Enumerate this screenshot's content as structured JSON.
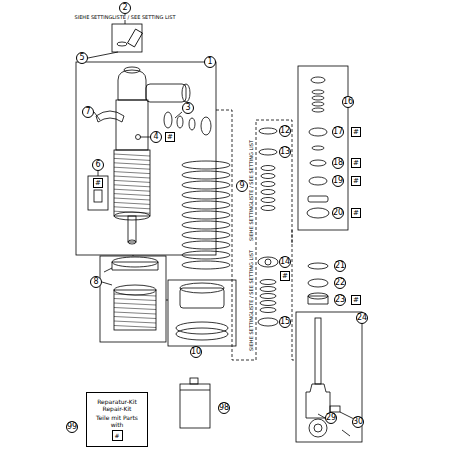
{
  "diagram": {
    "nodes": [
      {
        "text": [
          "Reparatur-Kit Repair-Kit",
          "Teile mit Parts with",
          "#"
        ]
      }
    ],
    "labels": [
      "SIEHE SETTINGLISTE / SEE SETTING LIST",
      "2",
      "5",
      "1",
      "7",
      "4",
      "#",
      "3",
      "6",
      "#",
      "8",
      "9",
      "10",
      "12",
      "13",
      "SIEHE SETTINGLISTE / SEE SETTING LIST",
      "14",
      "#",
      "SIEHE SETTINGLISTE / SEE SETTING LIST",
      "15",
      "16",
      "17",
      "#",
      "18",
      "#",
      "19",
      "#",
      "20",
      "#",
      "21",
      "22",
      "23",
      "#",
      "24",
      "29",
      "30",
      "98",
      "99"
    ]
  }
}
